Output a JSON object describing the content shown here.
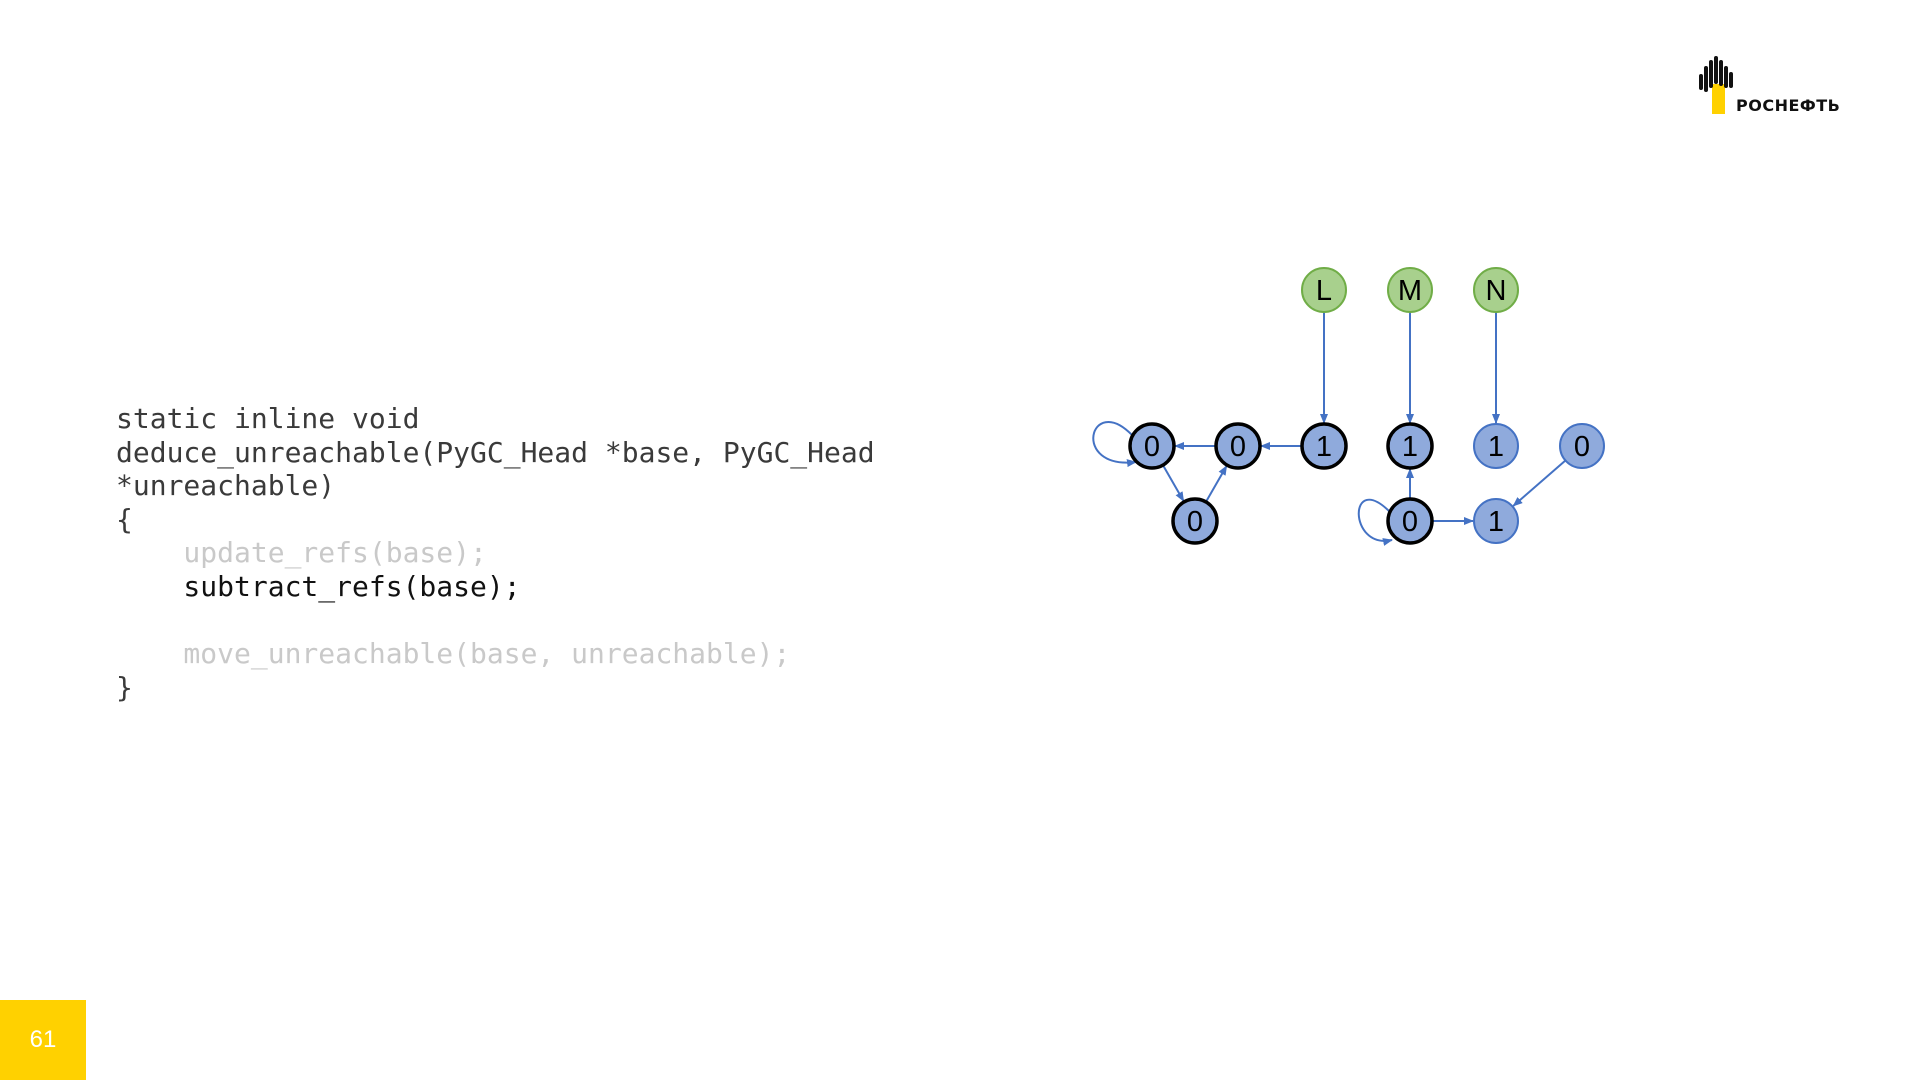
{
  "slide": {
    "page_number": "61",
    "logo": {
      "text": "РОСНЕФТЬ",
      "icon": "rosneft-flame-logo"
    },
    "code_lines": [
      {
        "text": "static inline void",
        "style": "normal"
      },
      {
        "text": "deduce_unreachable(PyGC_Head *base, PyGC_Head",
        "style": "normal"
      },
      {
        "text": "*unreachable)",
        "style": "normal"
      },
      {
        "text": "{",
        "style": "normal"
      },
      {
        "text": "    update_refs(base);",
        "style": "dim"
      },
      {
        "text": "    subtract_refs(base);",
        "style": "active"
      },
      {
        "text": "",
        "style": "normal"
      },
      {
        "text": "    move_unreachable(base, unreachable);",
        "style": "dim"
      },
      {
        "text": "}",
        "style": "normal"
      }
    ]
  },
  "diagram": {
    "colors": {
      "green_fill": "#a8d08d",
      "green_stroke": "#70ad47",
      "blue_fill": "#8faadc",
      "blue_stroke": "#4472c4",
      "highlight_stroke": "#000000",
      "edge": "#4472c4"
    },
    "nodes": [
      {
        "id": "L",
        "label": "L",
        "kind": "root"
      },
      {
        "id": "M",
        "label": "M",
        "kind": "root"
      },
      {
        "id": "N",
        "label": "N",
        "kind": "root"
      },
      {
        "id": "a",
        "label": "0",
        "kind": "object",
        "highlighted": true
      },
      {
        "id": "b",
        "label": "0",
        "kind": "object",
        "highlighted": true
      },
      {
        "id": "c",
        "label": "0",
        "kind": "object",
        "highlighted": true
      },
      {
        "id": "d",
        "label": "1",
        "kind": "object",
        "highlighted": true
      },
      {
        "id": "e",
        "label": "1",
        "kind": "object",
        "highlighted": true
      },
      {
        "id": "f",
        "label": "0",
        "kind": "object",
        "highlighted": true
      },
      {
        "id": "g",
        "label": "1",
        "kind": "object",
        "highlighted": false
      },
      {
        "id": "h",
        "label": "0",
        "kind": "object",
        "highlighted": false
      },
      {
        "id": "i",
        "label": "1",
        "kind": "object",
        "highlighted": false
      }
    ],
    "edges": [
      {
        "from": "L",
        "to": "d"
      },
      {
        "from": "M",
        "to": "e"
      },
      {
        "from": "N",
        "to": "g"
      },
      {
        "from": "d",
        "to": "b"
      },
      {
        "from": "b",
        "to": "a"
      },
      {
        "from": "a",
        "to": "a"
      },
      {
        "from": "a",
        "to": "c"
      },
      {
        "from": "c",
        "to": "b"
      },
      {
        "from": "f",
        "to": "e"
      },
      {
        "from": "f",
        "to": "i"
      },
      {
        "from": "f",
        "to": "f"
      },
      {
        "from": "h",
        "to": "i"
      }
    ]
  }
}
